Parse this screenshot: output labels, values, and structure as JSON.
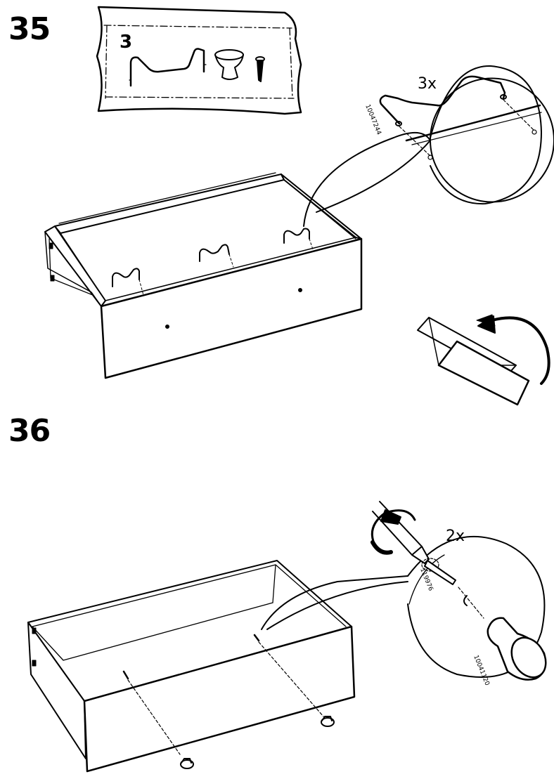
{
  "steps": [
    {
      "number": "35",
      "parts_bag_quantity": "3",
      "detail_multiplier": "3x",
      "part_number": "10047244",
      "icons": [
        "wire-handle-icon",
        "knob-icon",
        "screw-icon",
        "flip-arrow-icon"
      ]
    },
    {
      "number": "36",
      "detail_multiplier": "2x",
      "screw_part_number": "119976",
      "knob_part_number": "10041120",
      "icons": [
        "screwdriver-icon",
        "rotate-arrow-icon",
        "screw-icon",
        "knob-icon"
      ]
    }
  ]
}
